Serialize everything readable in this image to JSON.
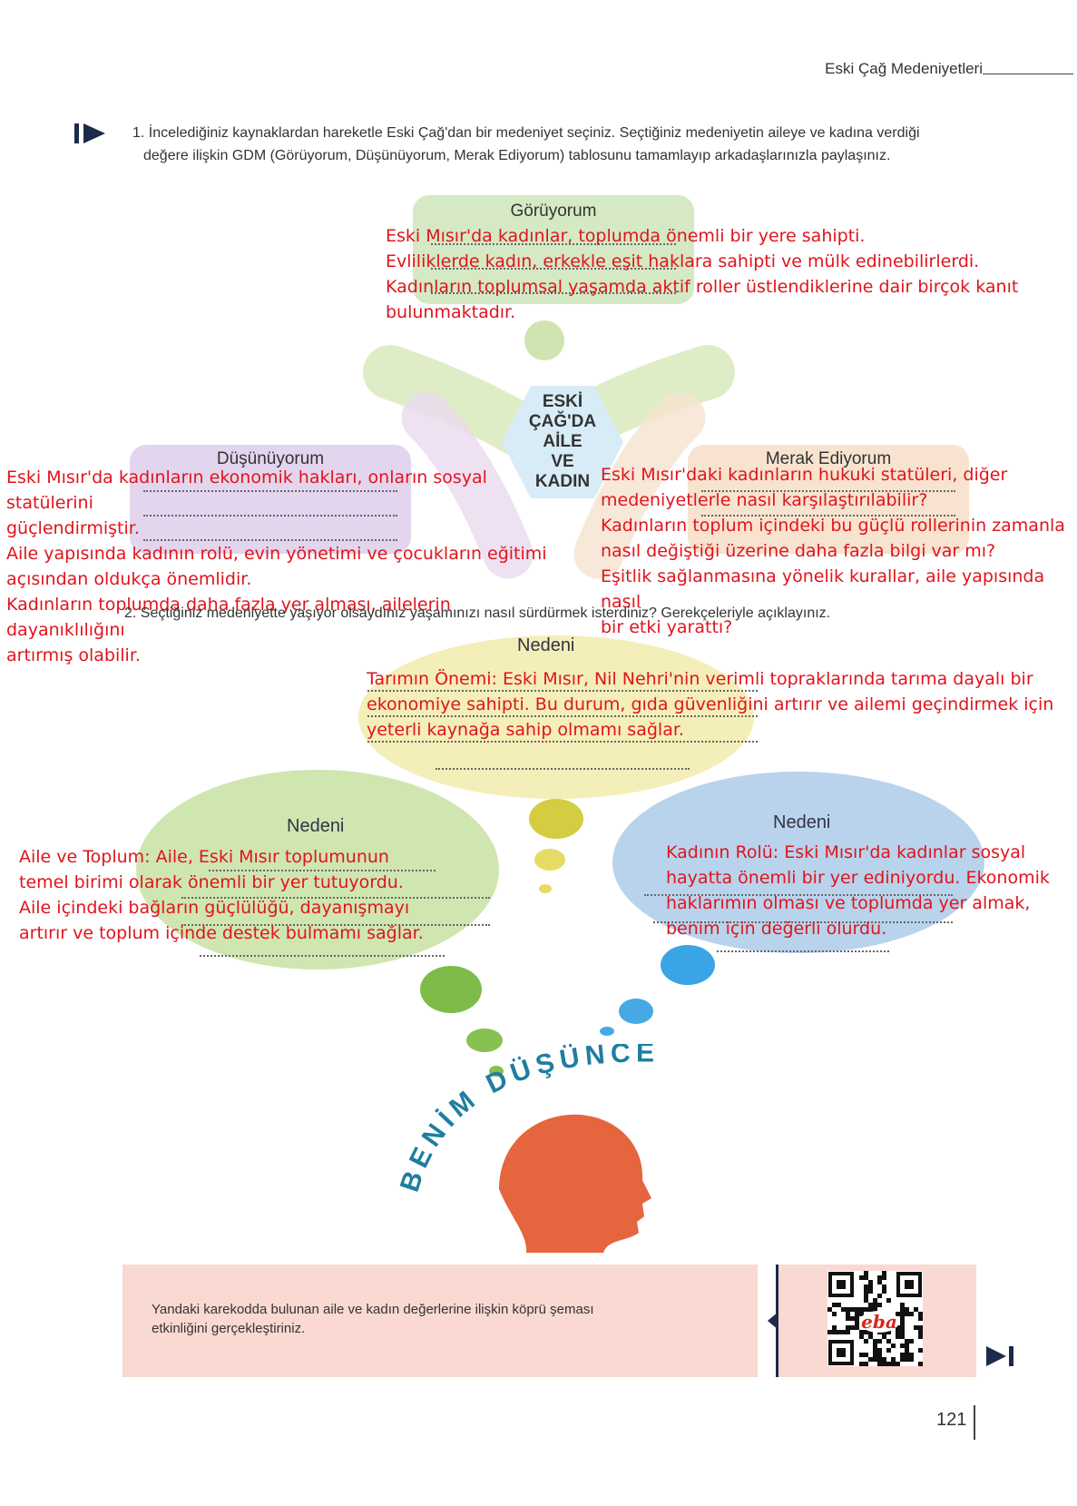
{
  "header": {
    "title": "Eski Çağ Medeniyetleri"
  },
  "question1": {
    "line1": "1. İncelediğiniz kaynaklardan hareketle Eski Çağ'dan bir medeniyet seçiniz. Seçtiğiniz medeniyetin aileye ve kadına verdiği",
    "line2": "değere ilişkin GDM (Görüyorum, Düşünüyorum, Merak Ediyorum) tablosunu tamamlayıp arkadaşlarınızla paylaşınız."
  },
  "gdm": {
    "center": [
      "ESKİ",
      "ÇAĞ'DA",
      "AİLE",
      "VE",
      "KADIN"
    ],
    "goruyorum": {
      "title": "Görüyorum",
      "answer": [
        "Eski Mısır'da kadınlar, toplumda önemli bir yere sahipti.",
        "Evliliklerde kadın, erkekle eşit haklara sahipti ve mülk edinebilirlerdi.",
        "Kadınların toplumsal yaşamda aktif roller üstlendiklerine dair birçok kanıt",
        "bulunmaktadır."
      ]
    },
    "dusunuyorum": {
      "title": "Düşünüyorum",
      "answer": [
        "Eski Mısır'da kadınların ekonomik hakları, onların sosyal statülerini",
        "güçlendirmiştir.",
        "Aile yapısında kadının rolü, evin yönetimi ve çocukların eğitimi",
        "açısından oldukça önemlidir.",
        "Kadınların toplumda daha fazla yer alması, ailelerin dayanıklılığını",
        "artırmış olabilir."
      ]
    },
    "merak": {
      "title": "Merak  Ediyorum",
      "answer": [
        "Eski Mısır'daki kadınların hukuki statüleri, diğer",
        "medeniyetlerle nasıl karşılaştırılabilir?",
        "Kadınların toplum içindeki bu güçlü rollerinin zamanla",
        "nasıl değiştiği üzerine daha fazla bilgi var mı?",
        "Eşitlik sağlanmasına yönelik kurallar, aile yapısında nasıl",
        "bir etki yarattı?"
      ]
    }
  },
  "question2": {
    "text": "2. Seçtiğiniz medeniyette yaşıyor olsaydınız yaşamınızı nasıl sürdürmek isterdiniz? Gerekçeleriyle açıklayınız."
  },
  "bubbles": {
    "top": {
      "title": "Nedeni",
      "answer": [
        "Tarımın Önemi: Eski Mısır, Nil Nehri'nin verimli topraklarında tarıma dayalı bir",
        "ekonomiye sahipti. Bu durum, gıda güvenliğini artırır ve ailemi geçindirmek için",
        "yeterli kaynağa sahip olmamı sağlar."
      ]
    },
    "left": {
      "title": "Nedeni",
      "answer": [
        "Aile ve Toplum: Aile, Eski Mısır toplumunun",
        "temel birimi olarak önemli bir yer tutuyordu.",
        "Aile içindeki bağların güçlülüğü, dayanışmayı",
        "artırır ve toplum içinde destek bulmamı sağlar."
      ]
    },
    "right": {
      "title": "Nedeni",
      "answer": [
        "Kadının Rolü: Eski Mısır'da kadınlar sosyal",
        "hayatta önemli bir yer ediniyordu. Ekonomik",
        "haklarımın olması ve toplumda yer almak,",
        "benim için değerli olurdu."
      ]
    }
  },
  "benim_dusuncem": "BENİM DÜŞÜNCEM",
  "info": {
    "text1": "Yandaki karekodda bulunan aile ve kadın değerlerine ilişkin köprü şeması",
    "text2": "etkinliğini gerçekleştiriniz.",
    "qr_logo": "eba"
  },
  "page_number": "121",
  "colors": {
    "green_box": "#d4e9c4",
    "purple_box": "#e3d5ee",
    "peach_box": "#f7e3cf",
    "center_hex": "#d8ecf7",
    "red_text": "#e0141c",
    "head": "#e5653e",
    "info_bg": "#f9d9d2",
    "title_blue": "#1e7ea0"
  },
  "icons": {
    "start": "play-bar-icon",
    "end": "play-end-icon"
  }
}
